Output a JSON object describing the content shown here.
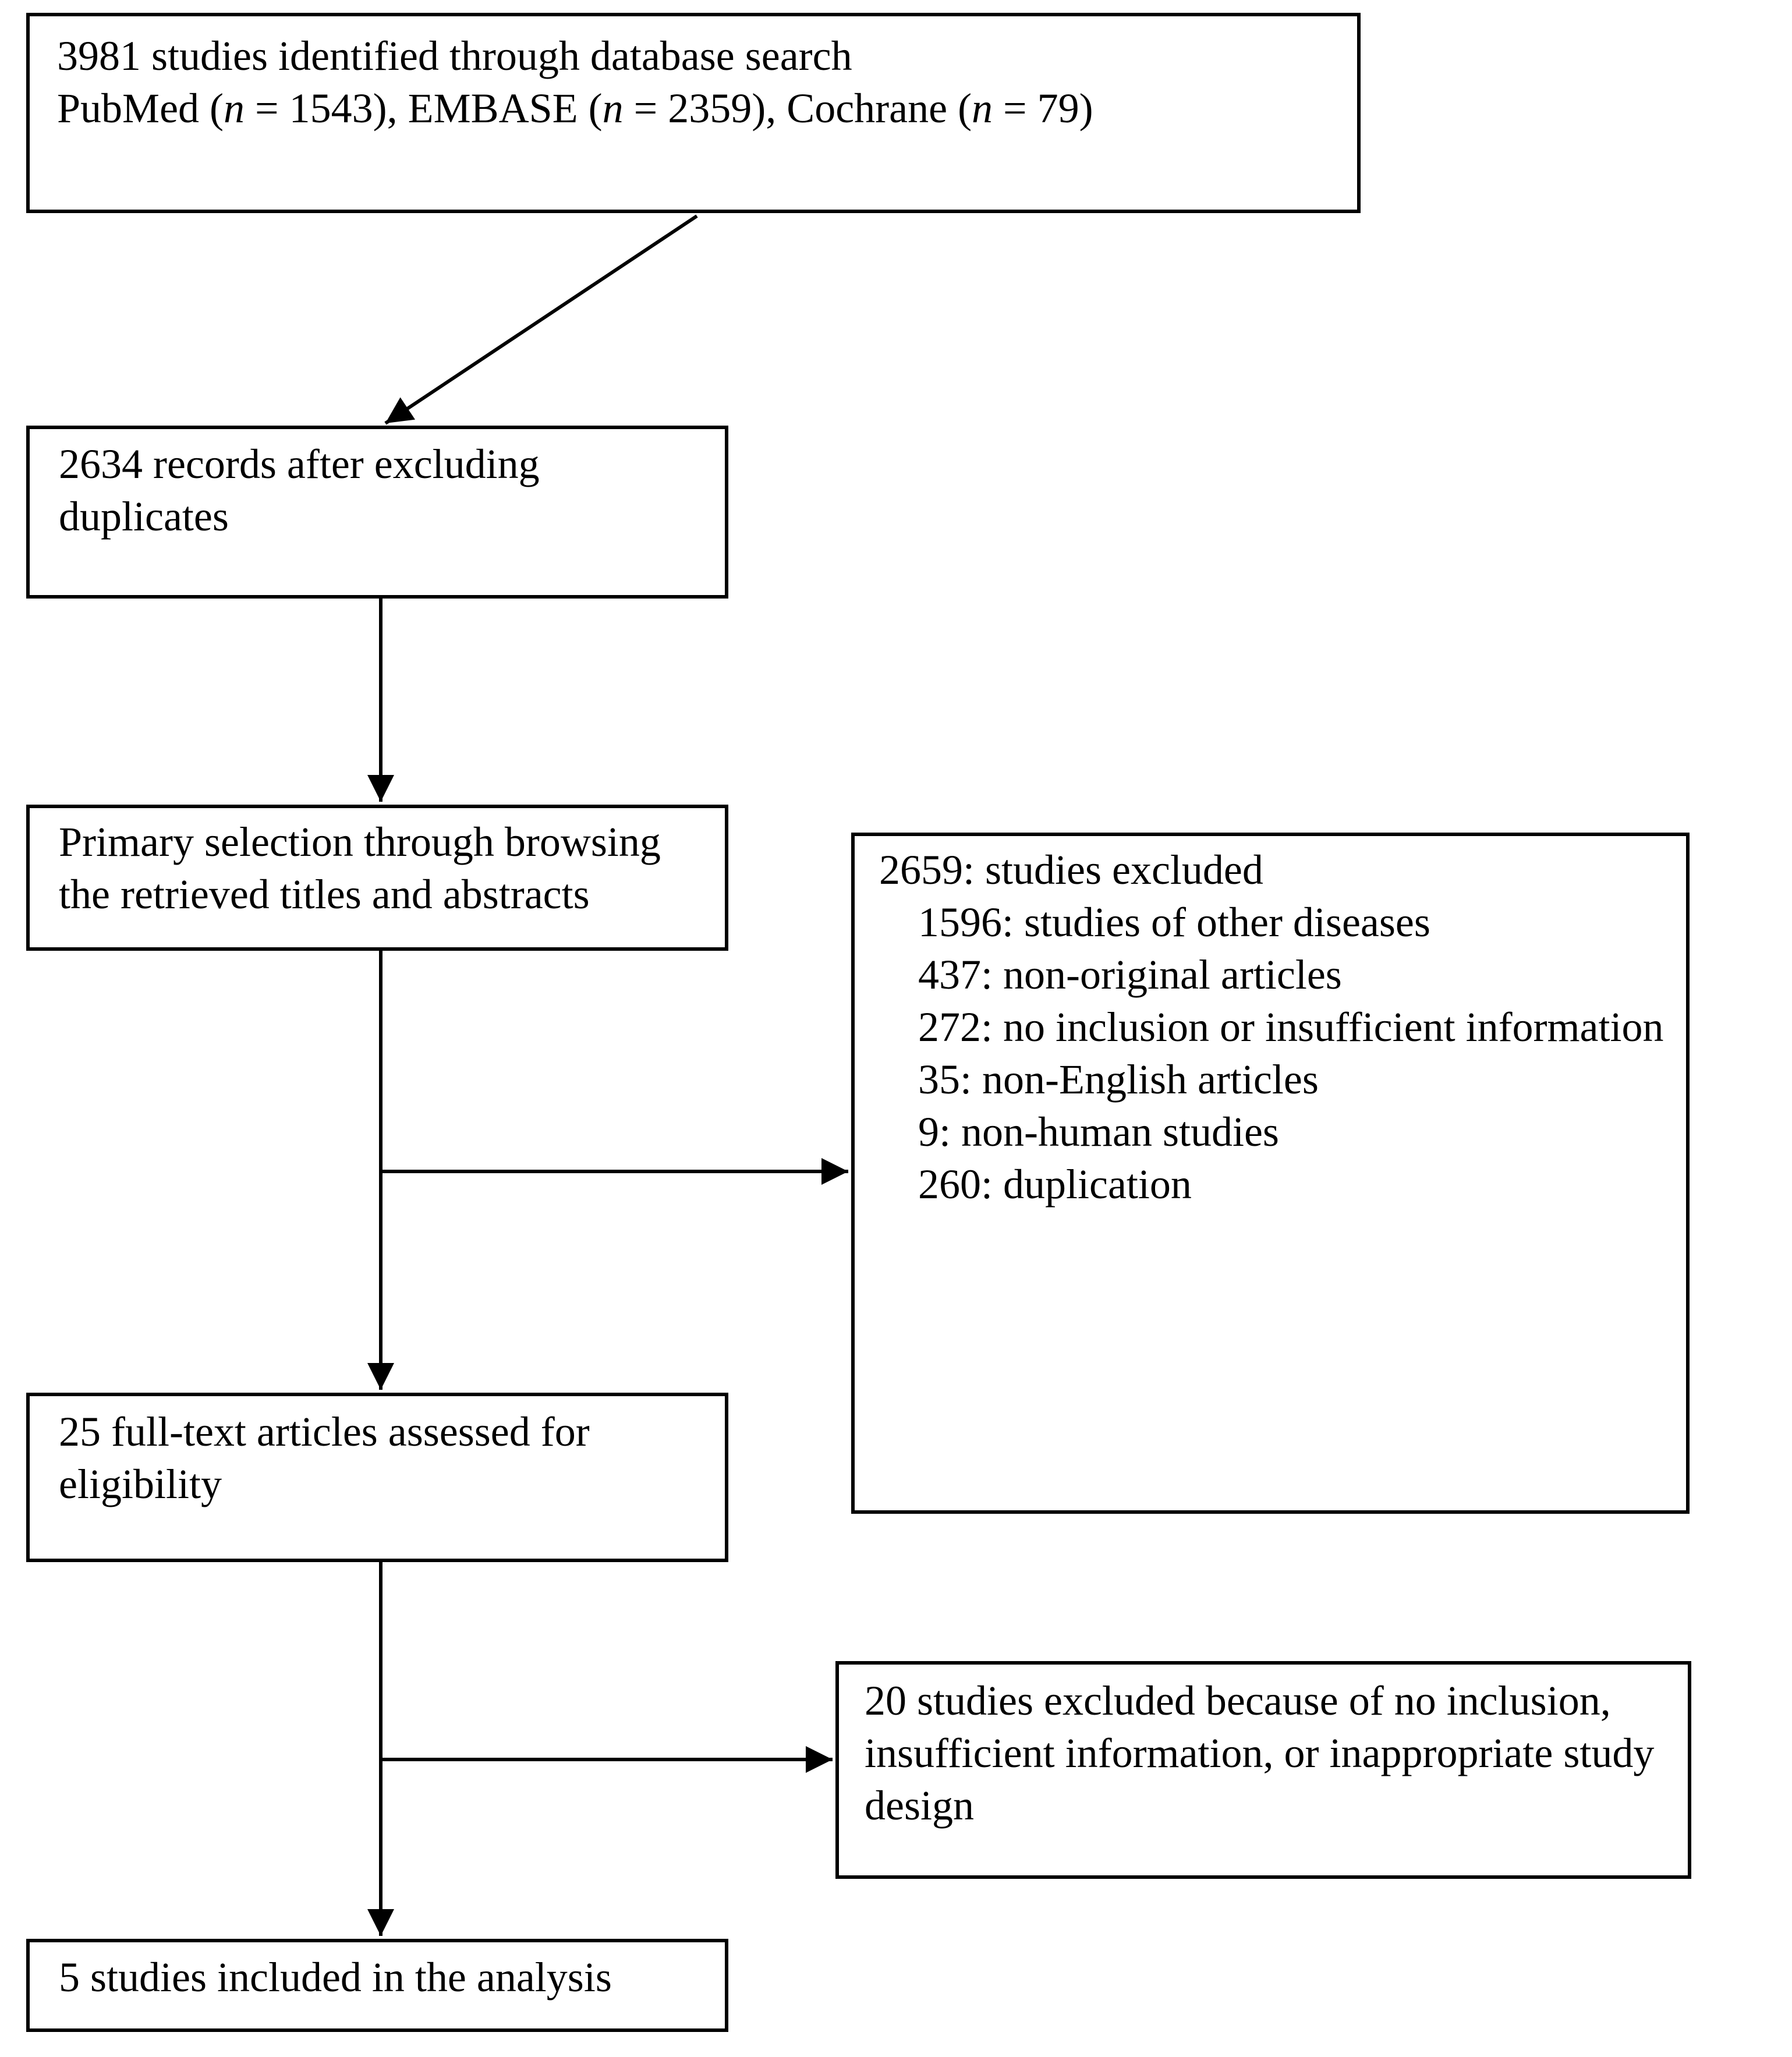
{
  "flowchart": {
    "colors": {
      "border": "#000000",
      "background": "#ffffff",
      "text": "#000000"
    },
    "boxes": {
      "identified": {
        "lines": [
          {
            "t": "3981 studies identified through database search"
          },
          {
            "segments": [
              {
                "t": "PubMed ("
              },
              {
                "t": "n",
                "i": true
              },
              {
                "t": " = 1543), EMBASE ("
              },
              {
                "t": "n",
                "i": true
              },
              {
                "t": " = 2359), Cochrane ("
              },
              {
                "t": "n",
                "i": true
              },
              {
                "t": " = 79)"
              }
            ]
          }
        ]
      },
      "after_duplicates": {
        "lines": [
          {
            "t": "2634 records after excluding"
          },
          {
            "t": "duplicates"
          }
        ]
      },
      "primary_selection": {
        "lines": [
          {
            "t": "Primary selection through browsing"
          },
          {
            "t": "the retrieved titles and abstracts"
          }
        ]
      },
      "excluded_primary": {
        "lines": [
          {
            "t": "2659: studies excluded"
          },
          {
            "t": "1596: studies of other diseases",
            "indent": true
          },
          {
            "t": "437: non-original articles",
            "indent": true
          },
          {
            "t": "272: no inclusion or insufficient information",
            "indent": true
          },
          {
            "t": "35: non-English articles",
            "indent": true
          },
          {
            "t": "9: non-human studies",
            "indent": true
          },
          {
            "t": "260: duplication",
            "indent": true
          }
        ]
      },
      "fulltext_assessed": {
        "lines": [
          {
            "t": "25 full-text articles assessed for"
          },
          {
            "t": "eligibility"
          }
        ]
      },
      "excluded_fulltext": {
        "lines": [
          {
            "t": "20 studies excluded because of no inclusion,"
          },
          {
            "t": "insufficient information, or inappropriate study"
          },
          {
            "t": "design"
          }
        ]
      },
      "included": {
        "lines": [
          {
            "t": "5 studies included in the analysis"
          }
        ]
      }
    }
  }
}
